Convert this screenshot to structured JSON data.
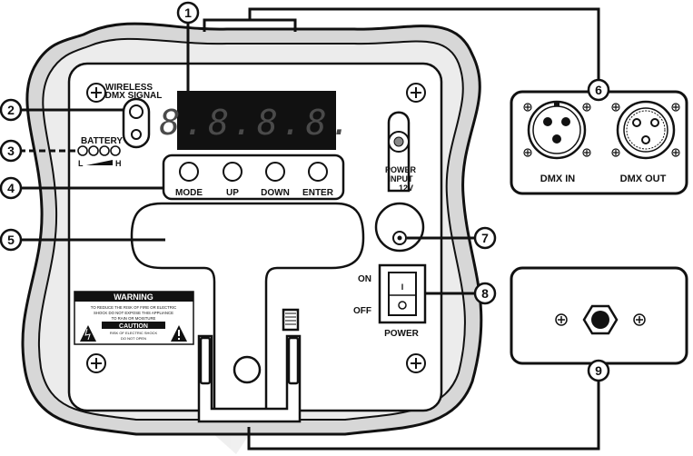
{
  "wireless_label_1": "WIRELESS",
  "wireless_label_2": "DMX SIGNAL",
  "battery_label": "BATTERY",
  "battery_low": "L",
  "battery_high": "H",
  "display_text": "8.8.8.8.",
  "buttons": {
    "mode": "MODE",
    "up": "UP",
    "down": "DOWN",
    "enter": "ENTER"
  },
  "power_input_1": "POWER",
  "power_input_2": "INPUT",
  "power_input_3": "12V",
  "switch_on": "ON",
  "switch_off": "OFF",
  "switch_label": "POWER",
  "switch_on_glyph": "I",
  "dmx_in": "DMX IN",
  "dmx_out": "DMX OUT",
  "warning": {
    "title": "WARNING",
    "line1": "TO REDUCE THE RISK OF FIRE OR ELECTRIC",
    "line2": "SHOCK DO NOT EXPOSE THIS APPLIANCE",
    "line3": "TO RAIN OR MOISTURE",
    "caution": "CAUTION",
    "caution1": "RISK OF ELECTRIC SHOCK",
    "caution2": "DO NOT OPEN"
  },
  "callouts": [
    "1",
    "2",
    "3",
    "4",
    "5",
    "6",
    "7",
    "8",
    "9"
  ]
}
